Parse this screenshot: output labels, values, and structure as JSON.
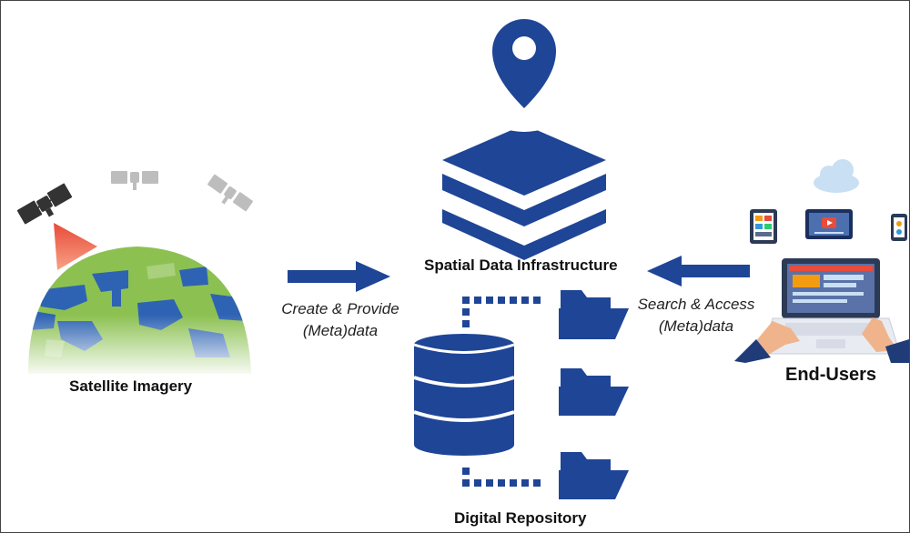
{
  "labels": {
    "satellite": "Satellite Imagery",
    "sdi": "Spatial Data Infrastructure",
    "users": "End-Users",
    "repository": "Digital Repository",
    "create_line1": "Create & Provide",
    "create_line2": "(Meta)data",
    "search_line1": "Search & Access",
    "search_line2": "(Meta)data"
  },
  "colors": {
    "primary": "#1f4596",
    "satellite_dark": "#333333",
    "satellite_light": "#bdbdbd",
    "beam": "#f26a4f",
    "earth_green": "#8cc152",
    "earth_blue": "#2e63b3",
    "cloud": "#c9dff3"
  },
  "icons": {
    "sdi": "map-pin-layers-icon",
    "database": "database-icon",
    "folder": "folder-icon",
    "satellite": "satellite-icon",
    "earth": "earth-icon",
    "laptop": "laptop-icon",
    "tablet": "tablet-icon",
    "cloud": "cloud-icon"
  }
}
